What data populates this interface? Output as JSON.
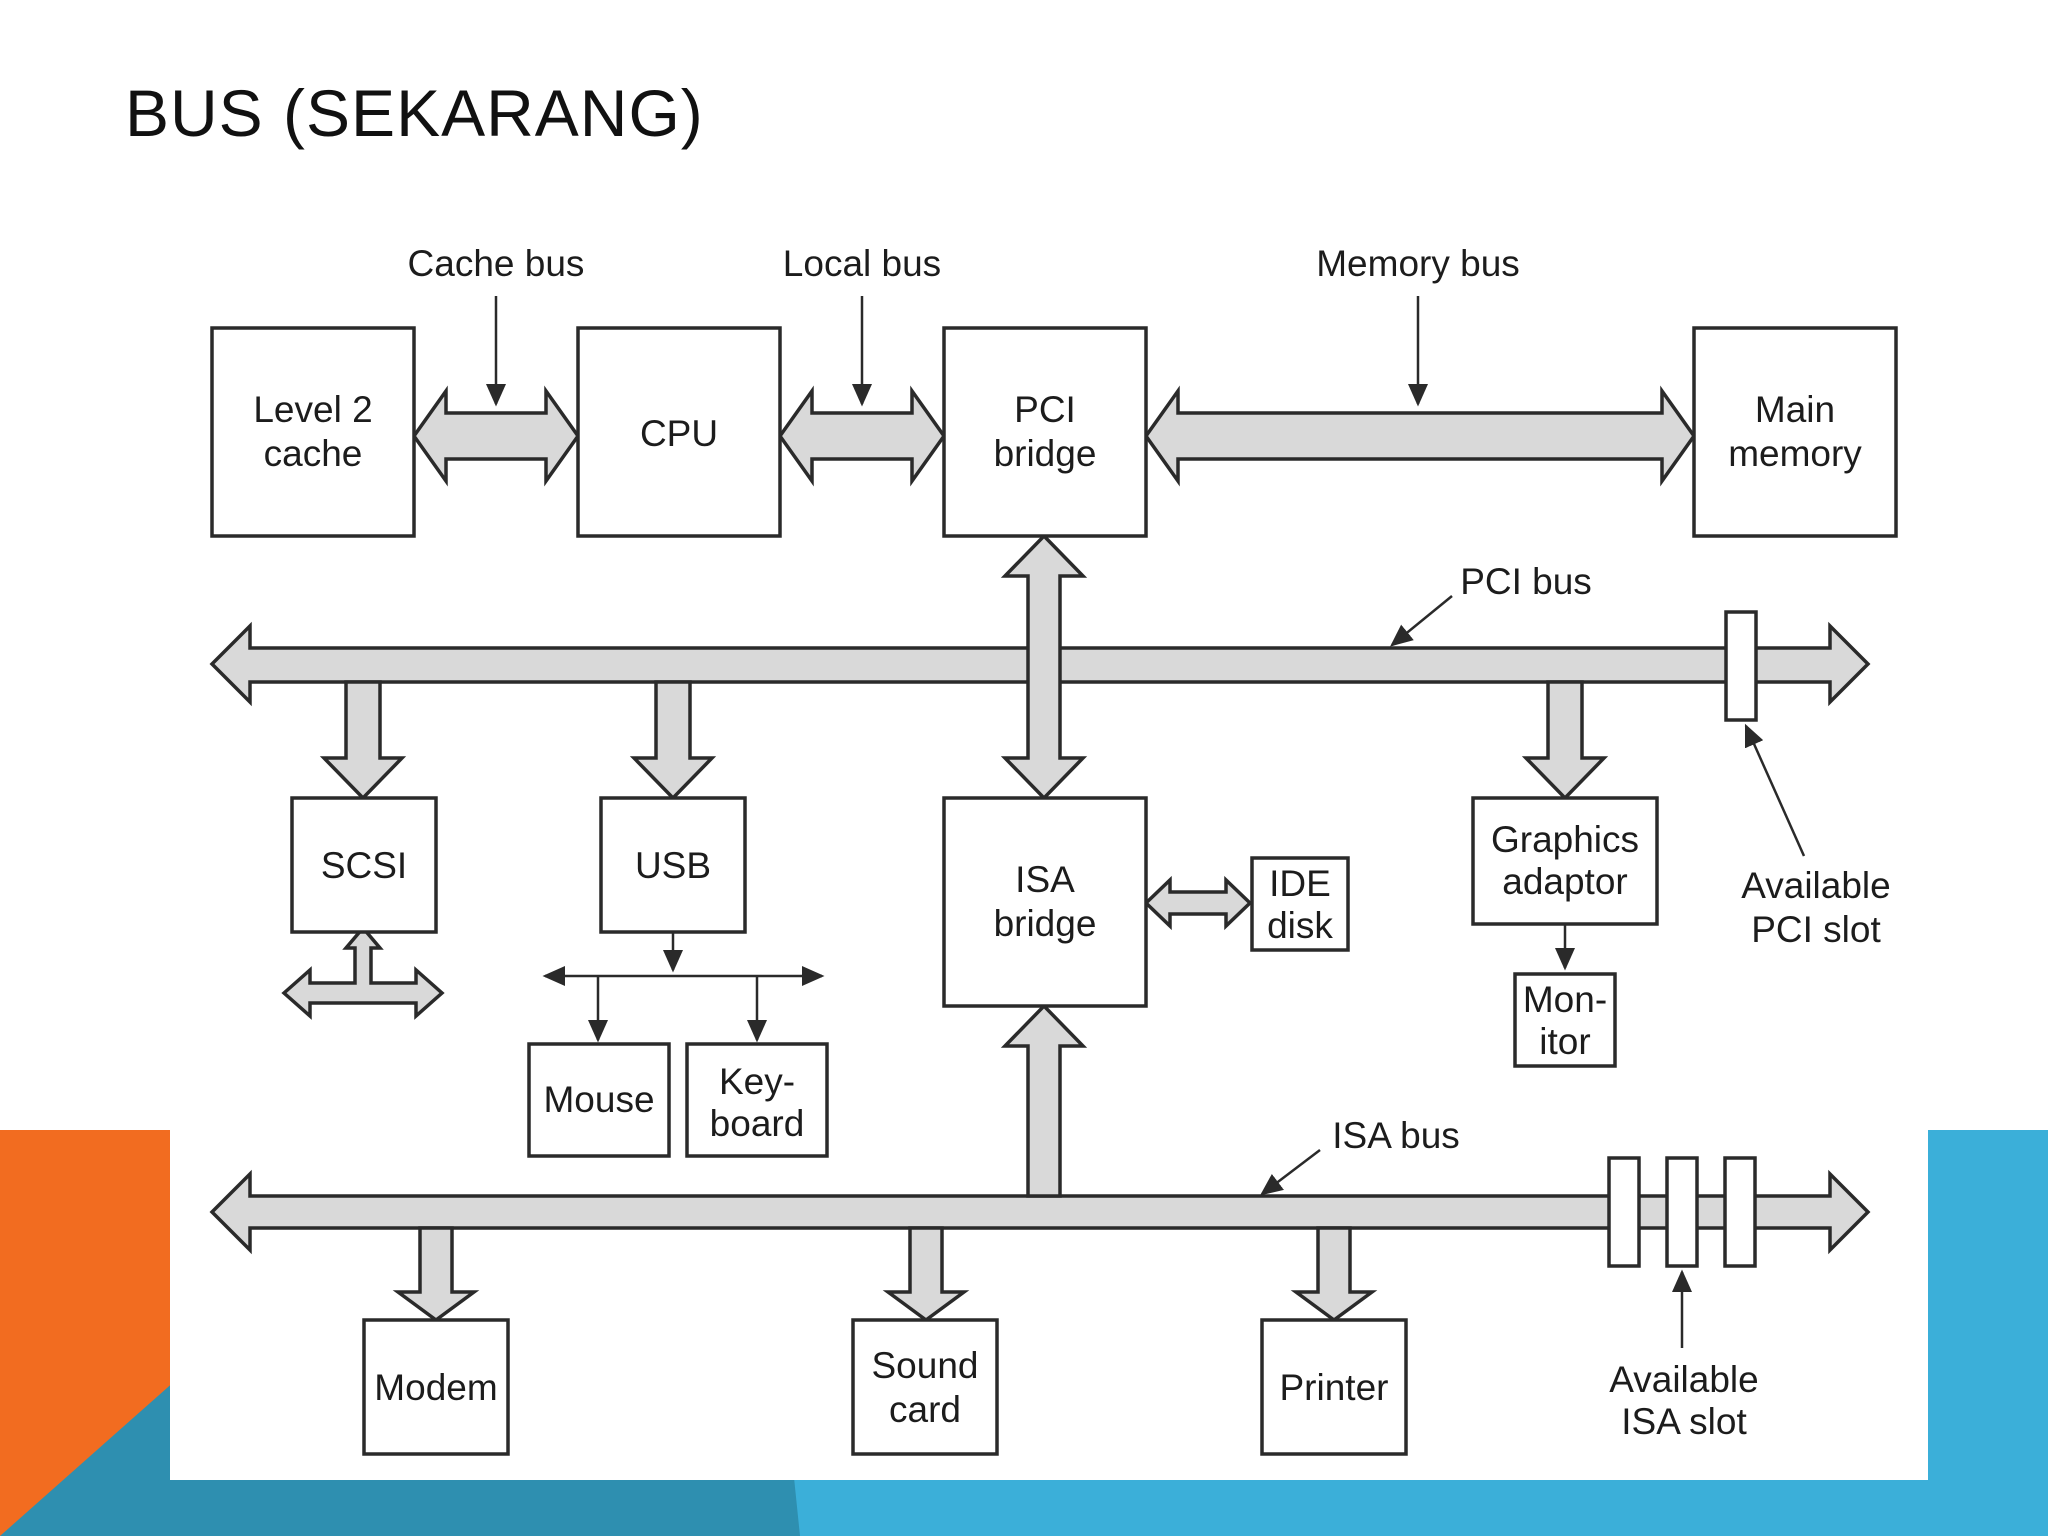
{
  "slide": {
    "title": "BUS (SEKARANG)",
    "colors": {
      "orange_accent": "#f26c20",
      "blue_accent": "#3bafd9",
      "blue_dark": "#2e8fb0",
      "bus_fill": "#d9d9d9",
      "line": "#2a2a2a"
    }
  },
  "diagram": {
    "bus_labels": {
      "cache_bus": "Cache bus",
      "local_bus": "Local bus",
      "memory_bus": "Memory bus",
      "pci_bus": "PCI bus",
      "isa_bus": "ISA bus"
    },
    "components": {
      "level2_cache": [
        "Level 2",
        "cache"
      ],
      "cpu": [
        "CPU"
      ],
      "pci_bridge": [
        "PCI",
        "bridge"
      ],
      "main_memory": [
        "Main",
        "memory"
      ],
      "scsi": [
        "SCSI"
      ],
      "usb": [
        "USB"
      ],
      "isa_bridge": [
        "ISA",
        "bridge"
      ],
      "ide_disk": [
        "IDE",
        "disk"
      ],
      "graphics_adaptor": [
        "Graphics",
        "adaptor"
      ],
      "monitor": [
        "Mon-",
        "itor"
      ],
      "mouse": [
        "Mouse"
      ],
      "keyboard": [
        "Key-",
        "board"
      ],
      "modem": [
        "Modem"
      ],
      "sound_card": [
        "Sound",
        "card"
      ],
      "printer": [
        "Printer"
      ]
    },
    "slot_labels": {
      "available_pci_slot": [
        "Available",
        "PCI slot"
      ],
      "available_isa_slot": [
        "Available",
        "ISA slot"
      ]
    }
  }
}
